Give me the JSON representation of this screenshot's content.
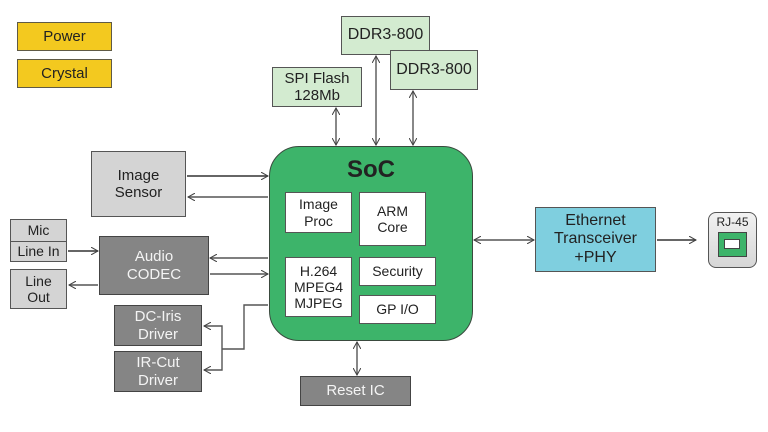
{
  "legend": {
    "power": "Power",
    "crystal": "Crystal"
  },
  "memory": {
    "spi_flash": [
      "SPI Flash",
      "128Mb"
    ],
    "ddr1": "DDR3-800",
    "ddr2": "DDR3-800"
  },
  "inputs": {
    "image_sensor": [
      "Image",
      "Sensor"
    ],
    "mic": "Mic",
    "line_in": "Line In",
    "line_out": [
      "Line",
      "Out"
    ],
    "audio_codec": [
      "Audio",
      "CODEC"
    ],
    "dc_iris": [
      "DC-Iris",
      "Driver"
    ],
    "ir_cut": [
      "IR-Cut",
      "Driver"
    ]
  },
  "soc": {
    "title": "SoC",
    "blocks": {
      "image_proc": [
        "Image",
        "Proc"
      ],
      "arm_core": [
        "ARM",
        "Core"
      ],
      "codec": [
        "H.264",
        "MPEG4",
        "MJPEG"
      ],
      "security": "Security",
      "gpio": "GP I/O"
    }
  },
  "reset": "Reset IC",
  "ethernet": [
    "Ethernet",
    "Transceiver",
    "+PHY"
  ],
  "rj45": "RJ-45",
  "colors": {
    "power_fill": "#f3c91f",
    "memory_fill": "#d3ebd0",
    "soc_fill": "#3db46a",
    "ethernet_fill": "#7fcfdf",
    "peripheral_dark": "#858585",
    "peripheral_light": "#d4d4d4"
  }
}
